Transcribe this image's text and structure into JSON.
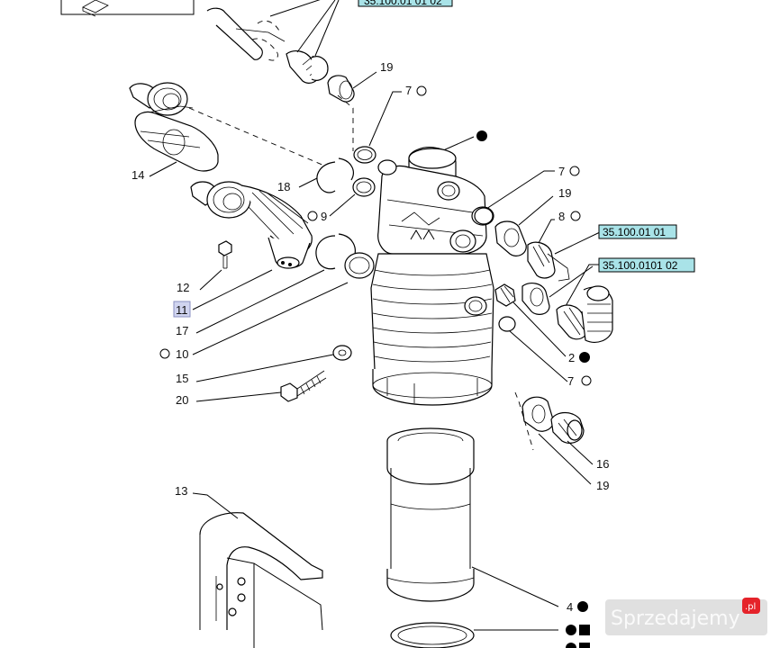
{
  "callouts": {
    "c19a": "19",
    "c7a": "7",
    "c14": "14",
    "c18": "18",
    "c9": "9",
    "c7b": "7",
    "c19b": "19",
    "c8": "8",
    "c12": "12",
    "c11": "11",
    "c17": "17",
    "c10": "10",
    "c15": "15",
    "c20": "20",
    "c2": "2",
    "c7c": "7",
    "c16": "16",
    "c19c": "19",
    "c13": "13",
    "c4": "4"
  },
  "refs": {
    "ref1": "35.100.01 01",
    "ref2": "35.100.0101 02"
  },
  "watermark": "Sprzedajemy",
  "watermark_tld": ".pl"
}
